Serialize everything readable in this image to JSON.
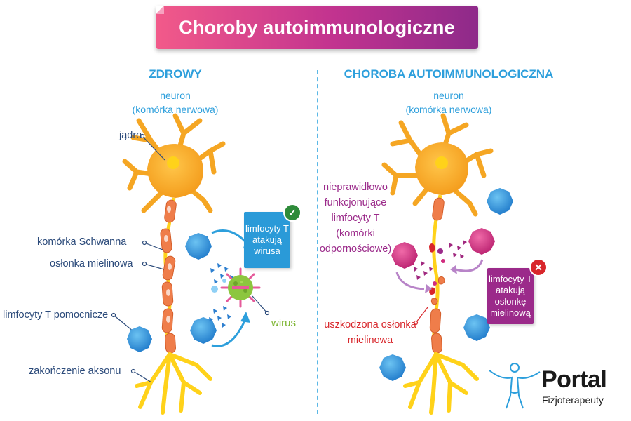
{
  "title": "Choroby autoimmunologiczne",
  "healthy": {
    "heading": "ZDROWY",
    "neuron_line1": "neuron",
    "neuron_line2": "(komórka nerwowa)",
    "labels": {
      "nucleus": "jądro",
      "schwann": "komórka Schwanna",
      "myelin": "osłonka mielinowa",
      "helper": "limfocyty T pomocnicze",
      "axon_end": "zakończenie aksonu",
      "virus": "wirus"
    },
    "box": [
      "limfocyty T",
      "atakują",
      "wirusa"
    ]
  },
  "autoimmune": {
    "heading": "CHOROBA AUTOIMMUNOLOGICZNA",
    "neuron_line1": "neuron",
    "neuron_line2": "(komórka nerwowa)",
    "faulty_lines": [
      "nieprawidłowo",
      "funkcjonujące",
      "limfocyty T",
      "(komórki",
      "odpornościowe)"
    ],
    "damaged_lines": [
      "uszkodzona osłonka",
      "mielinowa"
    ],
    "box": [
      "limfocyty T",
      "atakują",
      "osłonkę",
      "mielinową"
    ]
  },
  "logo": {
    "name": "Portal",
    "subtitle": "Fizjoterapeuty"
  },
  "colors": {
    "heading_blue": "#2d9fdc",
    "label_navy": "#2b4a7a",
    "neuron_orange": "#f5a623",
    "myelin": "#ef7d4a",
    "lymphocyte_blue": "#2d8fd8",
    "faulty_pink": "#d12d7f",
    "virus_green": "#8cc63f",
    "damage_red": "#d8262b",
    "box_purple": "#9b2a8a"
  },
  "icons": {
    "check": "check-badge-icon",
    "cross": "cross-badge-icon"
  }
}
